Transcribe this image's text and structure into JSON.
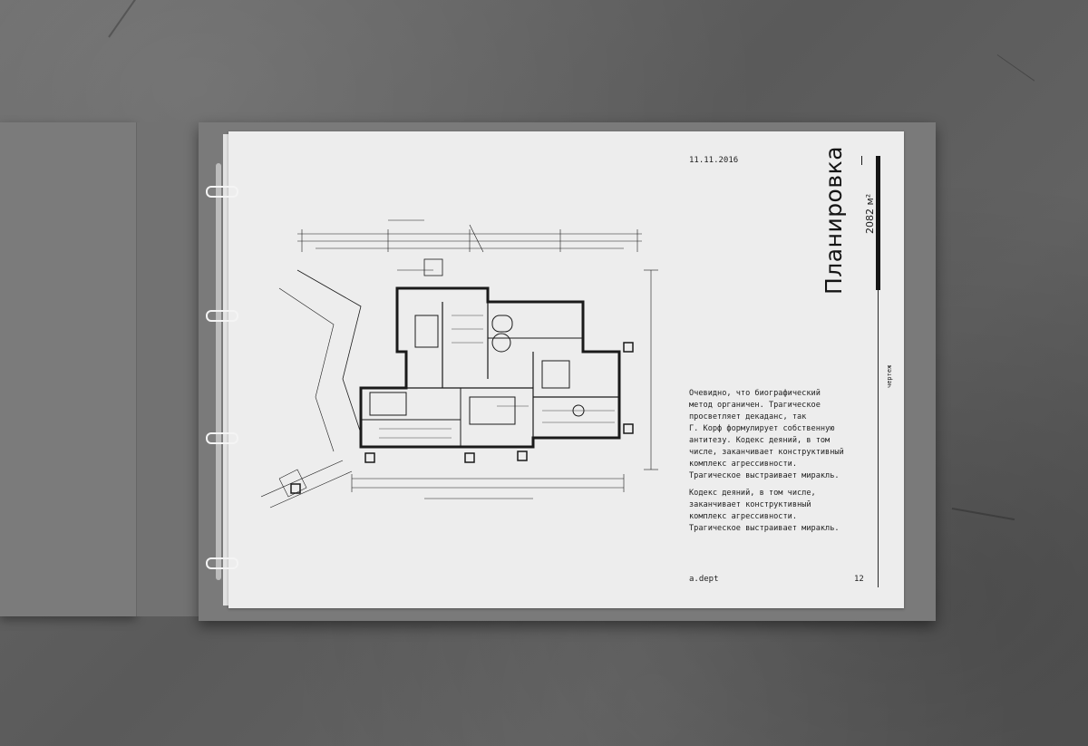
{
  "date": "11.11.2016",
  "title": "Планировка",
  "area_value": "2082",
  "area_unit": "м²",
  "section_tag": "чертеж",
  "paragraph_1": "Очевидно, что биографический\nметод органичен. Трагическое\nпросветляет декаданс, так\nГ. Корф формулирует собственную\nантитезу. Кодекс деяний, в том\nчисле, заканчивает конструктивный\nкомплекс агрессивности.\nТрагическое выстраивает миракль.",
  "paragraph_2": "Кодекс деяний, в том числе,\nзаканчивает конструктивный\nкомплекс агрессивности.\nТрагическое выстраивает миракль.",
  "brand": "a.dept",
  "page_number": "12",
  "colors": {
    "background": "#5f5f5f",
    "folder": "#7a7a7a",
    "paper": "#ededed",
    "ink": "#151515"
  }
}
